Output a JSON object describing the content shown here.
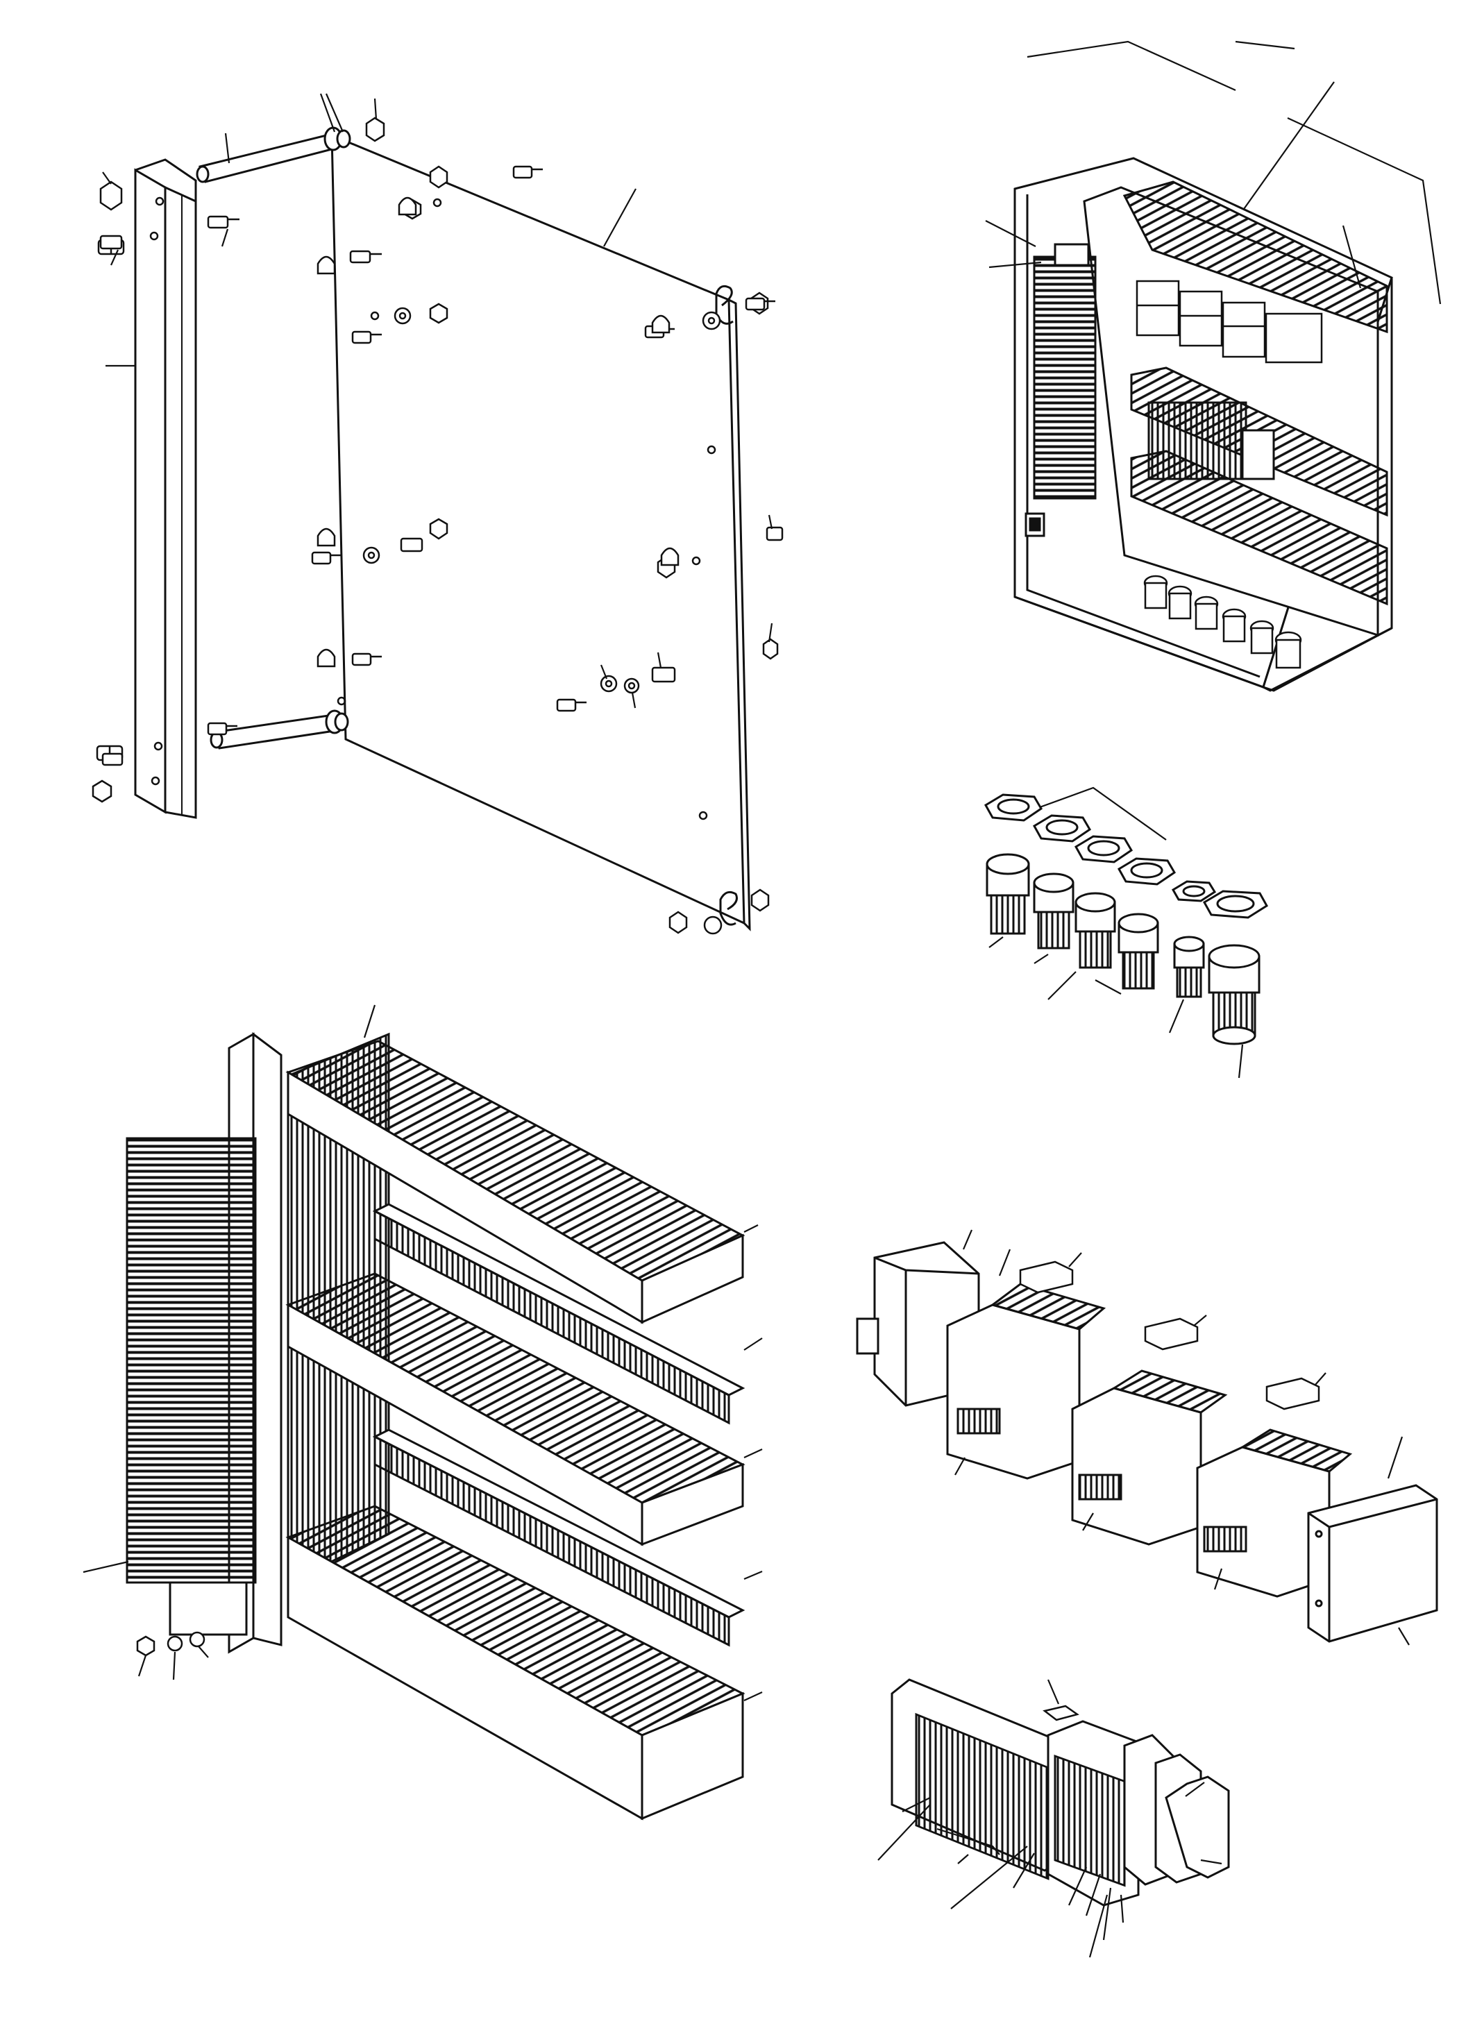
{
  "drawing": {
    "type": "exploded-assembly-line-art",
    "colors": {
      "ink": "#111111",
      "paper": "#ffffff",
      "rib": "#222222"
    },
    "views": [
      "mounting-plate-exploded",
      "control-cabinet-assembled",
      "cable-glands-and-locknuts",
      "cable-ducts-and-din-rails",
      "contactors-relays",
      "terminal-blocks"
    ]
  }
}
